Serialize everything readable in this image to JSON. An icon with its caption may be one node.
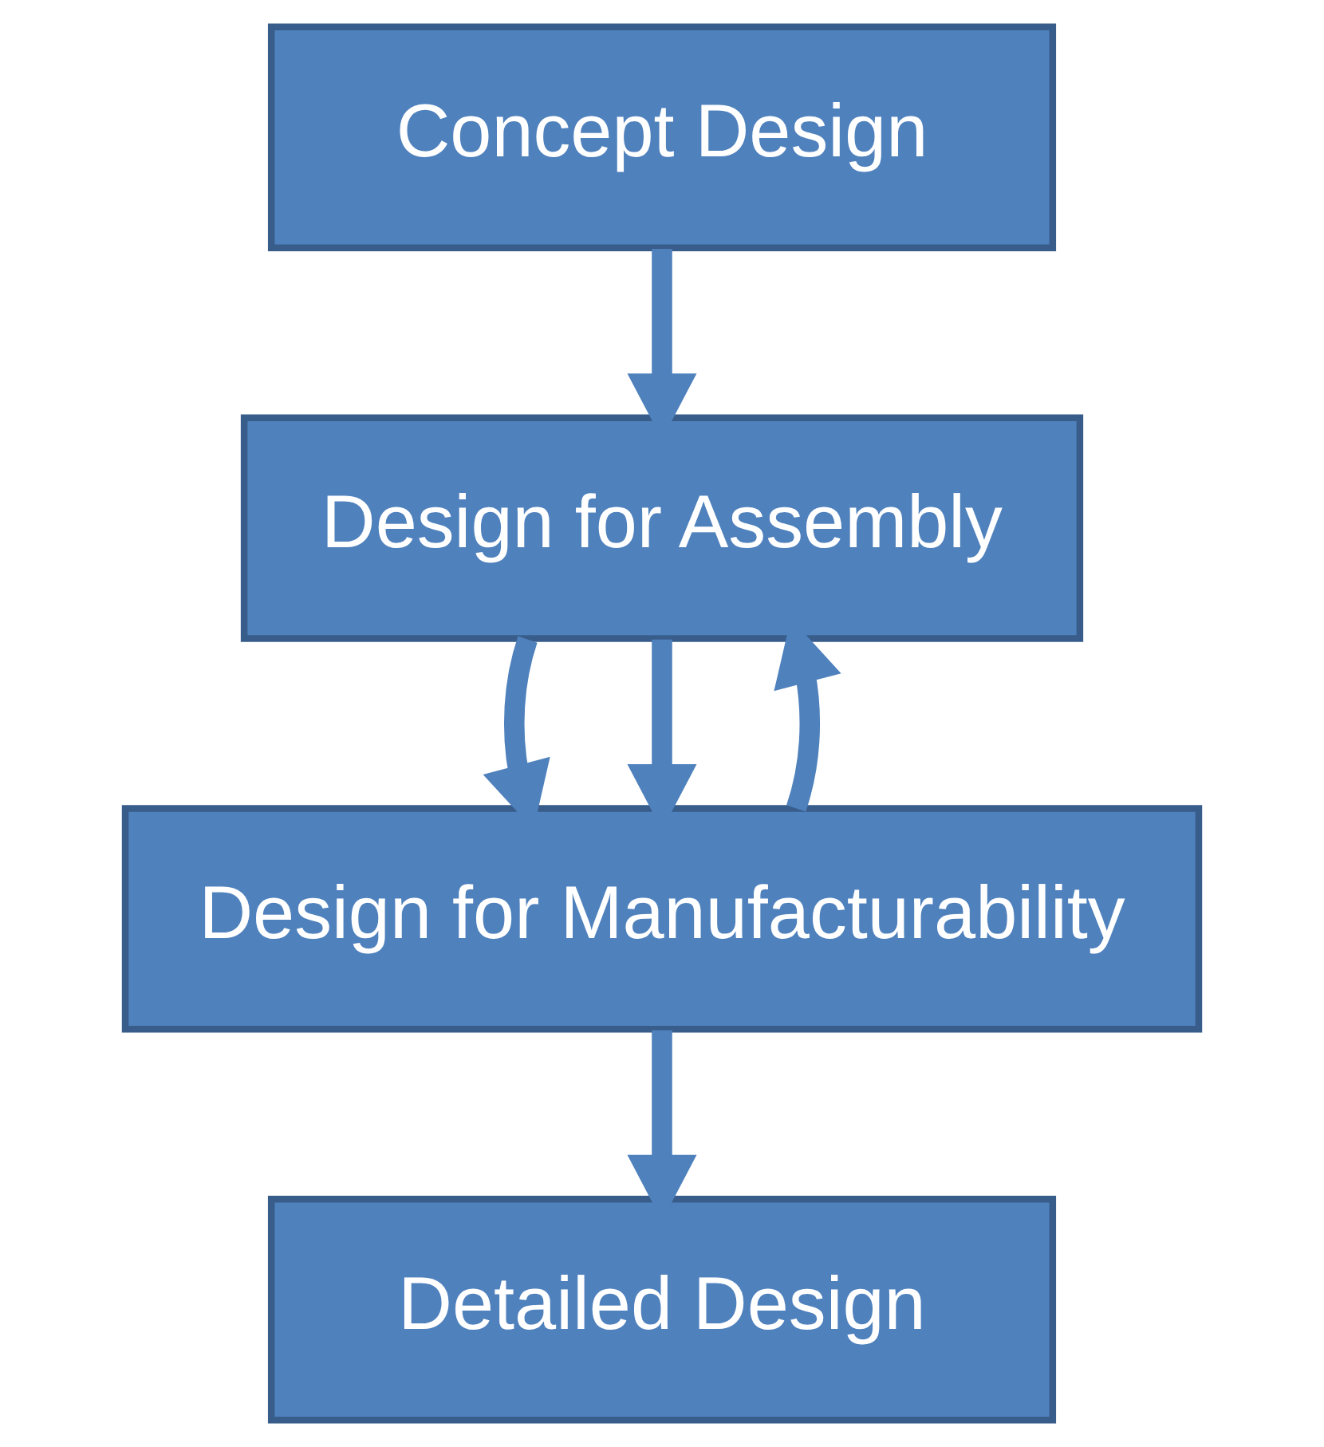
{
  "diagram": {
    "nodes": [
      {
        "text": [
          "Concept Design"
        ]
      },
      {
        "text": [
          "Design for Assembly"
        ]
      },
      {
        "text": [
          "Design for Manufacturability"
        ]
      },
      {
        "text": [
          "Detailed Design"
        ]
      }
    ],
    "edges": [
      {
        "from": 0,
        "to": 1,
        "arrow": "to"
      },
      {
        "from": 1,
        "to": 2,
        "arrow": "to"
      },
      {
        "from": 1,
        "to": 2,
        "arrow": "to"
      },
      {
        "from": 2,
        "to": 1,
        "arrow": "to"
      },
      {
        "from": 2,
        "to": 3,
        "arrow": "to"
      }
    ]
  }
}
